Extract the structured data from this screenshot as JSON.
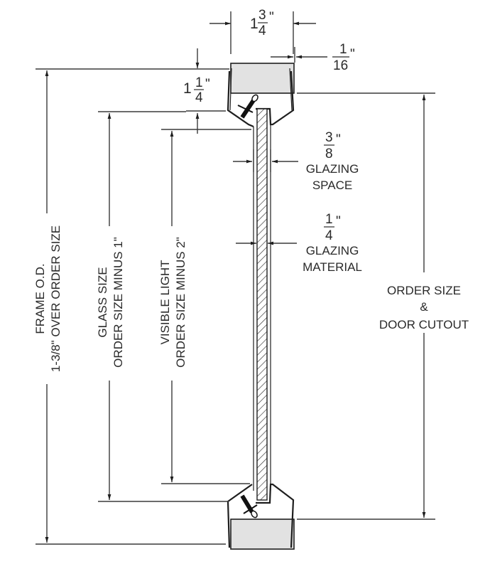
{
  "drawing": {
    "type": "glazing frame cross-section",
    "top_width": {
      "whole": "1",
      "num": "3",
      "den": "4",
      "unit": "\""
    },
    "lip": {
      "num": "1",
      "den": "16",
      "unit": "\""
    },
    "top_depth": {
      "whole": "1",
      "num": "1",
      "den": "4",
      "unit": "\""
    },
    "glazing_space": {
      "num": "3",
      "den": "8",
      "unit": "\"",
      "line1": "GLAZING",
      "line2": "SPACE"
    },
    "glazing_material": {
      "num": "1",
      "den": "4",
      "unit": "\"",
      "line1": "GLAZING",
      "line2": "MATERIAL"
    },
    "order_size": {
      "line1": "ORDER SIZE",
      "line2": "&",
      "line3": "DOOR CUTOUT"
    },
    "frame_od": {
      "line1": "FRAME O.D.",
      "line2": "1-3/8\" OVER ORDER SIZE"
    },
    "glass_size": {
      "line1": "GLASS SIZE",
      "line2": "ORDER SIZE MINUS 1\""
    },
    "visible_light": {
      "line1": "VISIBLE LIGHT",
      "line2": "ORDER SIZE MINUS 2\""
    }
  },
  "colors": {
    "line": "#3a3a3a",
    "insert_fill": "#e2e2e2",
    "background": "#ffffff"
  }
}
